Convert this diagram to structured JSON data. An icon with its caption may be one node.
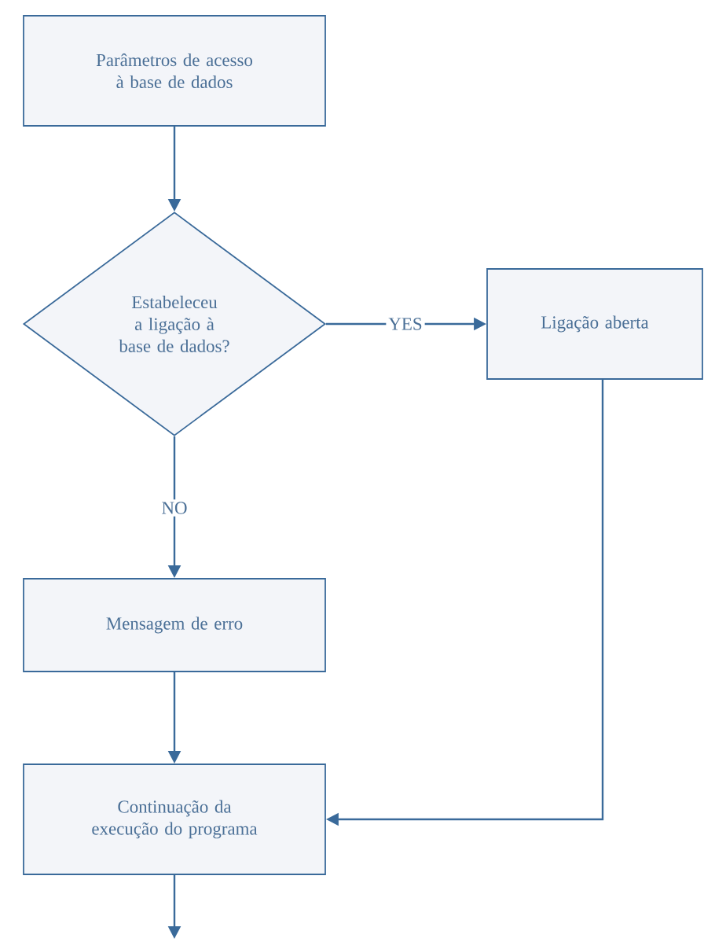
{
  "diagram": {
    "nodes": [
      {
        "text": [
          "Parâmetros de acesso à base de dados"
        ]
      },
      {
        "text": [
          "Estabeleceu a ligação à base de dados?"
        ]
      },
      {
        "text": [
          "Ligação aberta"
        ]
      },
      {
        "text": [
          "Mensagem de erro"
        ]
      },
      {
        "text": [
          "Continuação da execução do programa"
        ]
      }
    ],
    "edges": [
      {
        "from": 0,
        "to": 1,
        "arrow": "to"
      },
      {
        "from": 1,
        "to": 2,
        "arrow": "to",
        "label": "YES"
      },
      {
        "from": 1,
        "to": 3,
        "arrow": "to",
        "label": "NO"
      },
      {
        "from": 3,
        "to": 4,
        "arrow": "to"
      },
      {
        "from": 2,
        "to": 4,
        "arrow": "to"
      },
      {
        "from": 4,
        "to": null,
        "arrow": "to"
      }
    ]
  }
}
